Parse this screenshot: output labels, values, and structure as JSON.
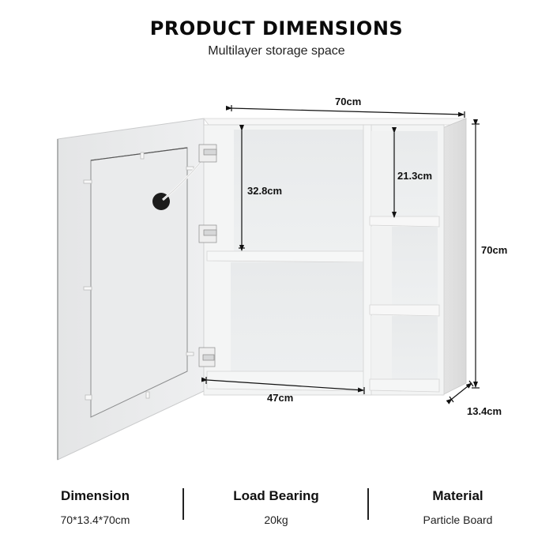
{
  "header": {
    "title": "PRODUCT DIMENSIONS",
    "subtitle": "Multilayer storage space"
  },
  "dimensions": {
    "width": "70cm",
    "height": "70cm",
    "depth": "13.4cm",
    "upper_compartment_height": "32.8cm",
    "side_shelf_height": "21.3cm",
    "lower_compartment_width": "47cm"
  },
  "specs": [
    {
      "label": "Dimension",
      "value": "70*13.4*70cm"
    },
    {
      "label": "Load Bearing",
      "value": "20kg"
    },
    {
      "label": "Material",
      "value": "Particle Board"
    }
  ],
  "colors": {
    "cabinet_face": "#f2f3f3",
    "cabinet_interior": "#e9ebec",
    "door_panel": "#e6e7e8",
    "dimension_line": "#111111",
    "cable_grommet": "#1c1c1c"
  }
}
